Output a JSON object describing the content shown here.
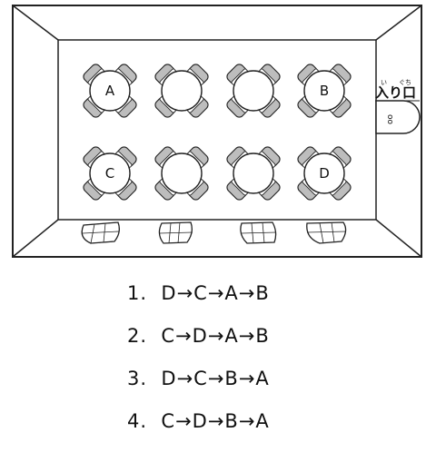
{
  "diagram": {
    "entrance": {
      "label": "入り口",
      "ruby_i": "い",
      "ruby_kuchi": "ぐち",
      "door_mark": "oo"
    },
    "tables": [
      {
        "label": "A"
      },
      {
        "label": ""
      },
      {
        "label": ""
      },
      {
        "label": "B"
      },
      {
        "label": "C"
      },
      {
        "label": ""
      },
      {
        "label": ""
      },
      {
        "label": "D"
      }
    ]
  },
  "options": [
    {
      "number": "1.",
      "text": "D→C→A→B"
    },
    {
      "number": "2.",
      "text": "C→D→A→B"
    },
    {
      "number": "3.",
      "text": "D→C→B→A"
    },
    {
      "number": "4.",
      "text": "C→D→B→A"
    }
  ]
}
